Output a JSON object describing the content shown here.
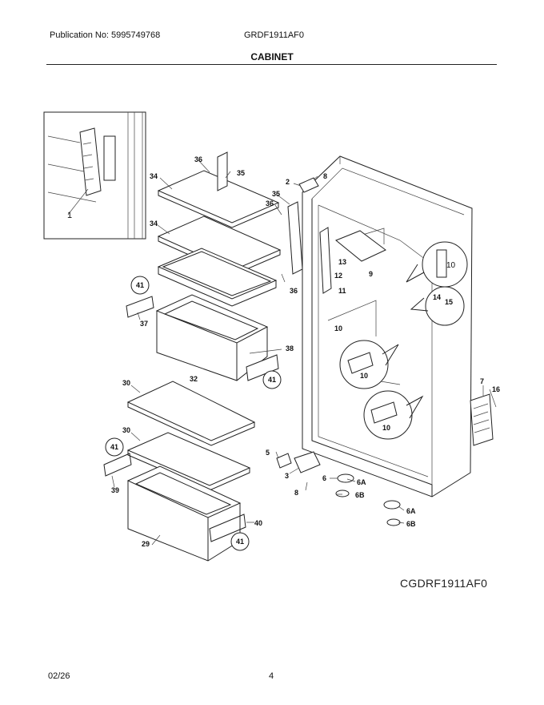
{
  "header": {
    "publication": "Publication No: 5995749768",
    "model": "GRDF1911AF0",
    "section": "CABINET"
  },
  "footer": {
    "date": "02/26",
    "page": "4"
  },
  "drawing_code": "CGDRF1911AF0",
  "callouts": {
    "c1": "1",
    "c2": "2",
    "c3": "3",
    "c5": "5",
    "c6a": "6",
    "c6A_1": "6A",
    "c6B_1": "6B",
    "c6A_2": "6A",
    "c6B_2": "6B",
    "c7": "7",
    "c8a": "8",
    "c8b": "8",
    "c9": "9",
    "c10a": "10",
    "c10b": "10",
    "c10c": "10",
    "c10d": "10",
    "c11": "11",
    "c12": "12",
    "c13": "13",
    "c14": "14",
    "c15": "15",
    "c16": "16",
    "c29": "29",
    "c30a": "30",
    "c30b": "30",
    "c32": "32",
    "c34a": "34",
    "c34b": "34",
    "c35a": "35",
    "c35b": "35",
    "c36a": "36",
    "c36b": "36",
    "c36c": "36",
    "c37": "37",
    "c38": "38",
    "c39": "39",
    "c40": "40",
    "c41a": "41",
    "c41b": "41",
    "c41c": "41",
    "c41d": "41"
  }
}
